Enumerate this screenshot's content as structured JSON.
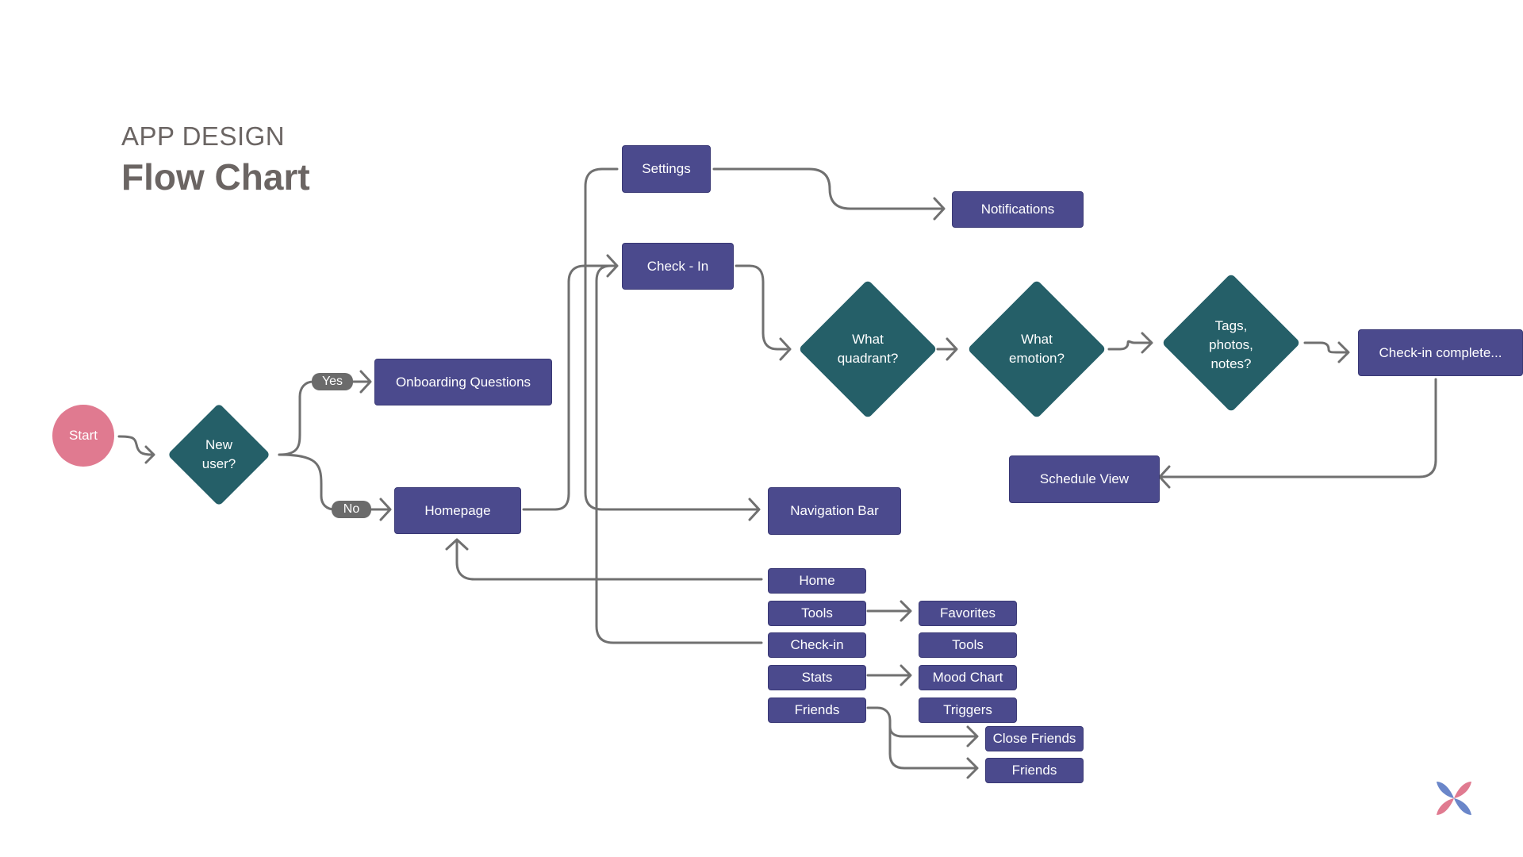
{
  "header": {
    "subtitle": "APP DESIGN",
    "title": "Flow Chart"
  },
  "colors": {
    "box": "#4b4a8d",
    "diamond": "#255f68",
    "start": "#e07a90",
    "connector": "#707070",
    "pill": "#6b6b6b"
  },
  "nodes": {
    "start": "Start",
    "new_user": "New\nuser?",
    "yes": "Yes",
    "no": "No",
    "onboarding": "Onboarding Questions",
    "homepage": "Homepage",
    "settings": "Settings",
    "notifications": "Notifications",
    "check_in": "Check - In",
    "what_quadrant": "What\nquadrant?",
    "what_emotion": "What\nemotion?",
    "tags": "Tags,\nphotos,\nnotes?",
    "check_in_complete": "Check-in complete...",
    "schedule_view": "Schedule View",
    "navigation_bar": "Navigation  Bar"
  },
  "nav_items": {
    "home": "Home",
    "tools": "Tools",
    "check_in": "Check-in",
    "stats": "Stats",
    "friends": "Friends"
  },
  "sub_items": {
    "favorites": "Favorites",
    "tools": "Tools",
    "mood_chart": "Mood Chart",
    "triggers": "Triggers",
    "close_friends": "Close Friends",
    "friends": "Friends"
  },
  "logo": "x-logo-icon"
}
